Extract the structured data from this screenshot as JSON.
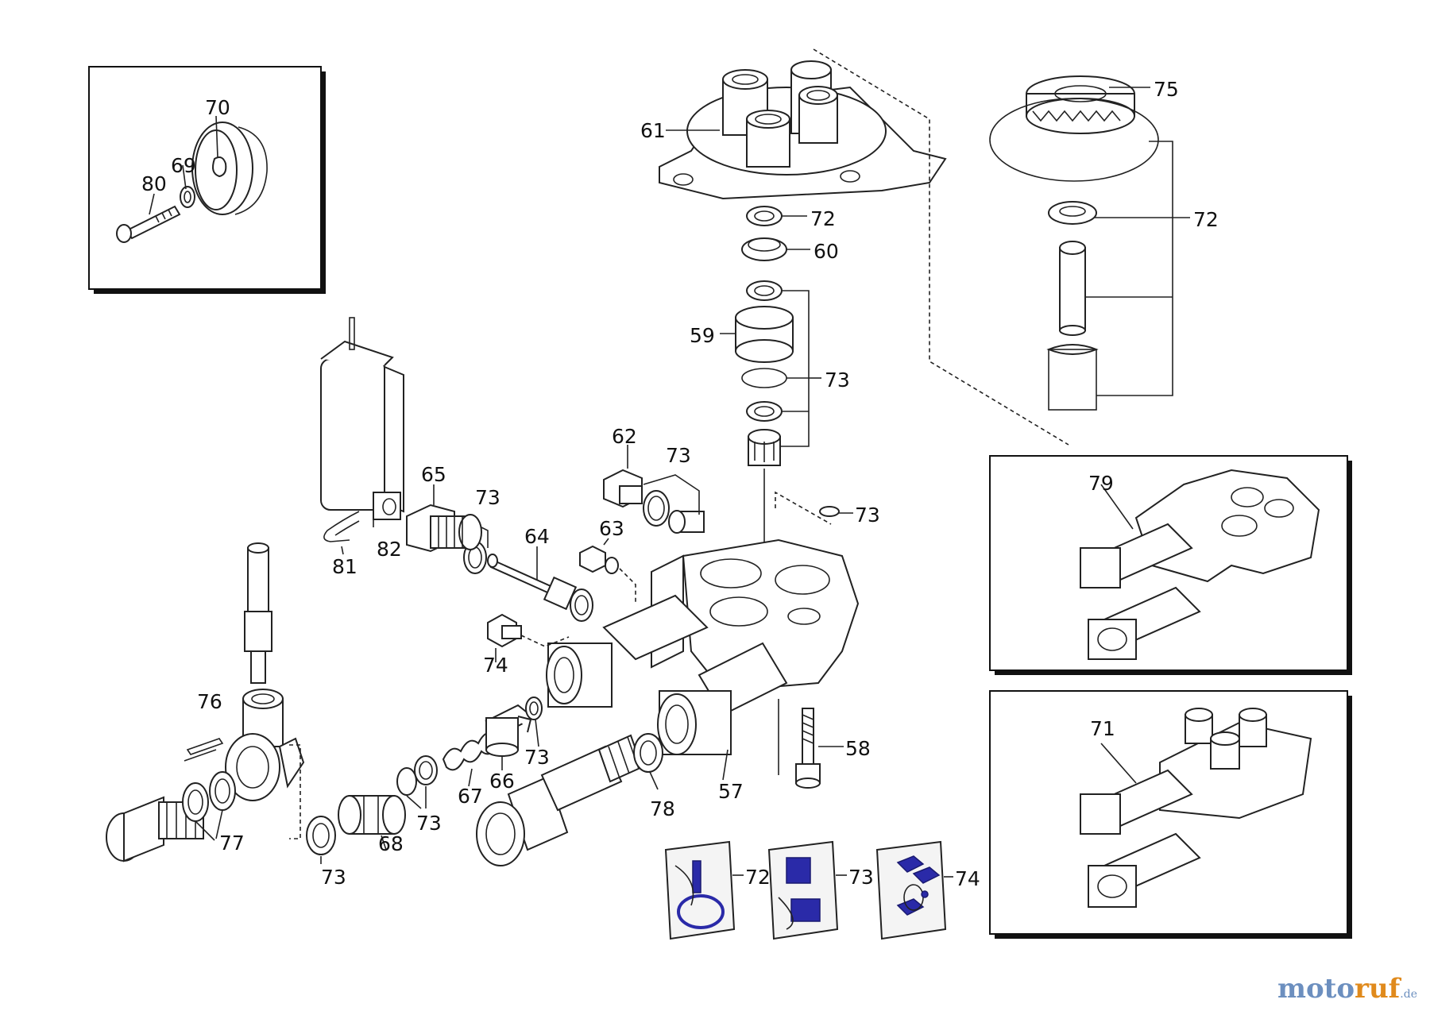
{
  "callouts": {
    "c57": "57",
    "c58": "58",
    "c59": "59",
    "c60": "60",
    "c61": "61",
    "c62": "62",
    "c63": "63",
    "c64": "64",
    "c65": "65",
    "c66": "66",
    "c67": "67",
    "c68": "68",
    "c69": "69",
    "c70": "70",
    "c71": "71",
    "c72a": "72",
    "c72b": "72",
    "c72kit": "72",
    "c73a": "73",
    "c73b": "73",
    "c73c": "73",
    "c73d": "73",
    "c73e": "73",
    "c73f": "73",
    "c73g": "73",
    "c73kit": "73",
    "c74": "74",
    "c74kit": "74",
    "c75": "75",
    "c76": "76",
    "c77": "77",
    "c78": "78",
    "c79": "79",
    "c80": "80",
    "c81": "81",
    "c82": "82"
  },
  "brand": {
    "part1": "moto",
    "part2": "ruf",
    "tld": ".de"
  },
  "colors": {
    "kit_blue": "#2a2aa8",
    "brand_blue": "#6c8fbf",
    "brand_orange": "#e08a1c"
  }
}
